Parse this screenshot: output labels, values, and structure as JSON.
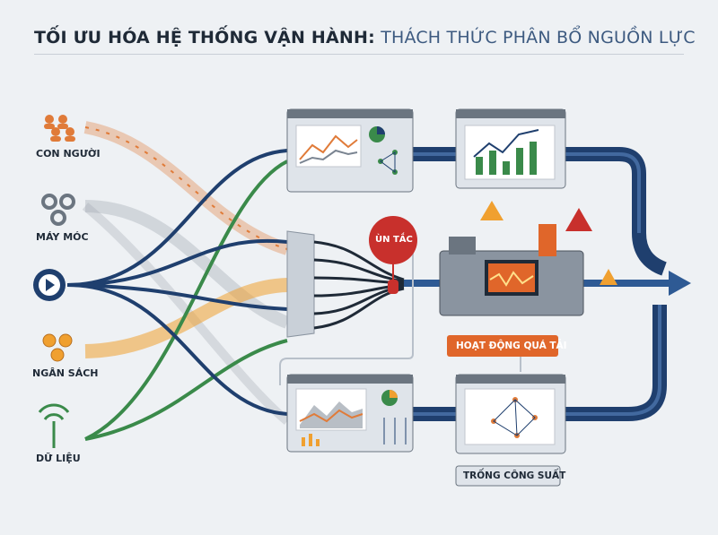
{
  "title": {
    "main": "TỐI ƯU HÓA HỆ THỐNG VẬN HÀNH:",
    "sub": "THÁCH THỨC PHÂN BỔ NGUỒN LỰC"
  },
  "sources": [
    {
      "label": "CON NGƯỜI",
      "icon": "people-icon",
      "color": "#e07b39"
    },
    {
      "label": "MÁY MÓC",
      "icon": "gear-icon",
      "color": "#7a8491"
    },
    {
      "label": "NGÂN SÁCH",
      "icon": "coin-icon",
      "color": "#f0a030"
    },
    {
      "label": "DỮ LIỆU",
      "icon": "signal-icon",
      "color": "#3a8a4a"
    }
  ],
  "bottleneck": {
    "label": "ÙN TẮC",
    "color": "#c8302c"
  },
  "overload": {
    "label": "HOẠT ĐỘNG QUÁ TẢI",
    "color": "#e0662a"
  },
  "idle": {
    "label": "TRỐNG CÔNG SUẤT"
  },
  "colors": {
    "navy": "#1f3f6e",
    "orange": "#e07b39",
    "green": "#3a8a4a",
    "gray": "#9aa3ad",
    "panel": "#dfe4ea"
  }
}
